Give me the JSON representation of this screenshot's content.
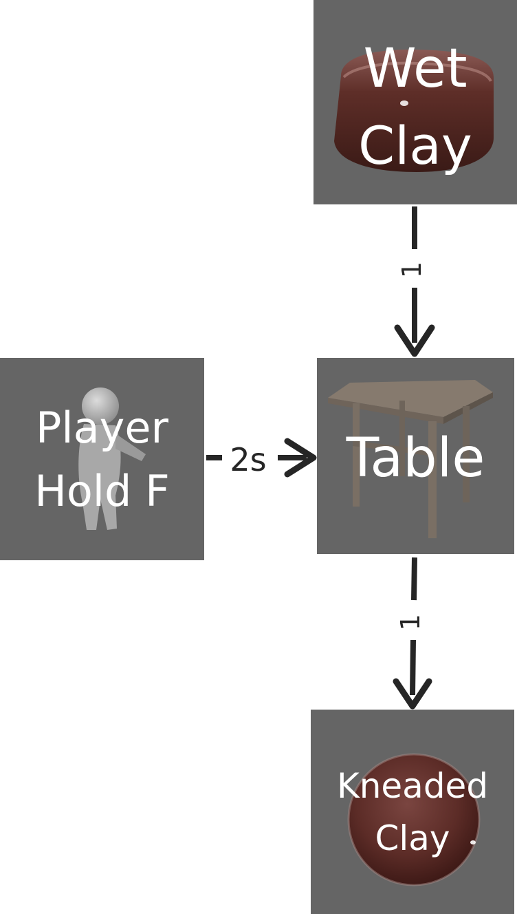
{
  "nodes": {
    "wet_clay": {
      "line1": "Wet",
      "line2": "Clay",
      "icon": "wet-clay-block-icon"
    },
    "player": {
      "line1": "Player",
      "line2": "Hold F",
      "icon": "player-figure-icon"
    },
    "table": {
      "line1": "Table",
      "icon": "table-icon"
    },
    "kneaded_clay": {
      "line1": "Kneaded",
      "line2": "Clay",
      "icon": "clay-ball-icon"
    }
  },
  "edges": {
    "wet_clay_to_table": {
      "label": "1"
    },
    "player_to_table": {
      "label": "2s"
    },
    "table_to_kneaded_clay": {
      "label": "1"
    }
  },
  "colors": {
    "tile": "#656565",
    "arrow": "#262626",
    "text": "#ffffff",
    "clay": "#5a2c26"
  }
}
